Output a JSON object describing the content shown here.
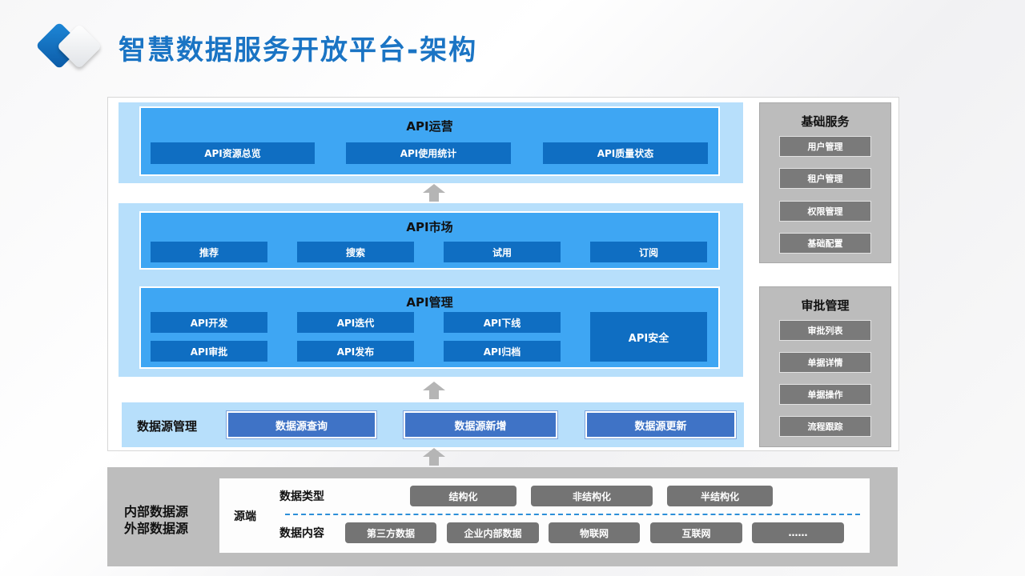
{
  "page": {
    "title": "智慧数据服务开放平台-架构"
  },
  "operation": {
    "title": "API运营",
    "items": [
      "API资源总览",
      "API使用统计",
      "API质量状态"
    ]
  },
  "market": {
    "title": "API市场",
    "items": [
      "推荐",
      "搜索",
      "试用",
      "订阅"
    ]
  },
  "management": {
    "title": "API管理",
    "items": [
      "API开发",
      "API迭代",
      "API下线",
      "API审批",
      "API发布",
      "API归档"
    ],
    "security": "API安全"
  },
  "datasource": {
    "title": "数据源管理",
    "items": [
      "数据源查询",
      "数据源新增",
      "数据源更新"
    ]
  },
  "basic_service": {
    "title": "基础服务",
    "items": [
      "用户管理",
      "租户管理",
      "权限管理",
      "基础配置"
    ]
  },
  "approval": {
    "title": "审批管理",
    "items": [
      "审批列表",
      "单据详情",
      "单据操作",
      "流程跟踪"
    ]
  },
  "sources": {
    "label_line1": "内部数据源",
    "label_line2": "外部数据源",
    "origin": "源端",
    "type_label": "数据类型",
    "types": [
      "结构化",
      "非结构化",
      "半结构化"
    ],
    "content_label": "数据内容",
    "contents": [
      "第三方数据",
      "企业内部数据",
      "物联网",
      "互联网",
      "……"
    ]
  },
  "colors": {
    "title_blue": "#1a74c4",
    "panel_blue": "#3ea6f3",
    "box_blue": "#0f6ec2",
    "band_blue": "#b7dffb",
    "side_gray": "#bcbcbc",
    "item_gray": "#7a7a7a"
  }
}
